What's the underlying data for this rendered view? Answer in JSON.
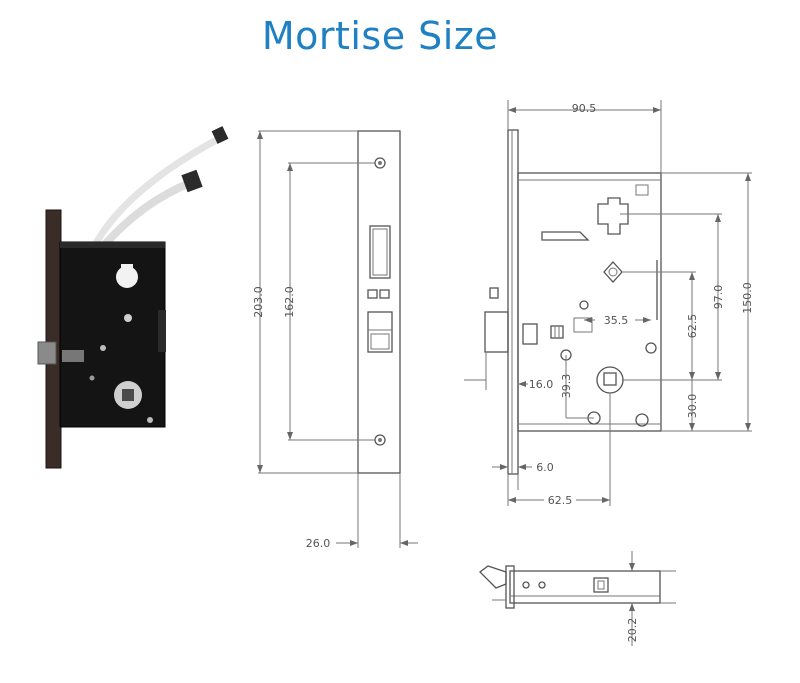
{
  "page": {
    "title": "Mortise Size",
    "accent_color": "#1f80c4"
  },
  "front_view": {
    "dim_height_total": "203.0",
    "dim_hole_spacing": "162.0",
    "dim_faceplate_width": "26.0"
  },
  "side_view": {
    "dim_width": "90.5",
    "dim_height": "150.0",
    "dim_spindle_upper": "97.0",
    "dim_handle_cyl": "62.5",
    "dim_lower": "30.0",
    "dim_backset": "35.5",
    "dim_center": "39.3",
    "dim_offset": "16.0",
    "dim_faceplate": "6.0",
    "dim_backset_bottom": "62.5"
  },
  "bottom_view": {
    "dim_thickness": "20.2"
  }
}
